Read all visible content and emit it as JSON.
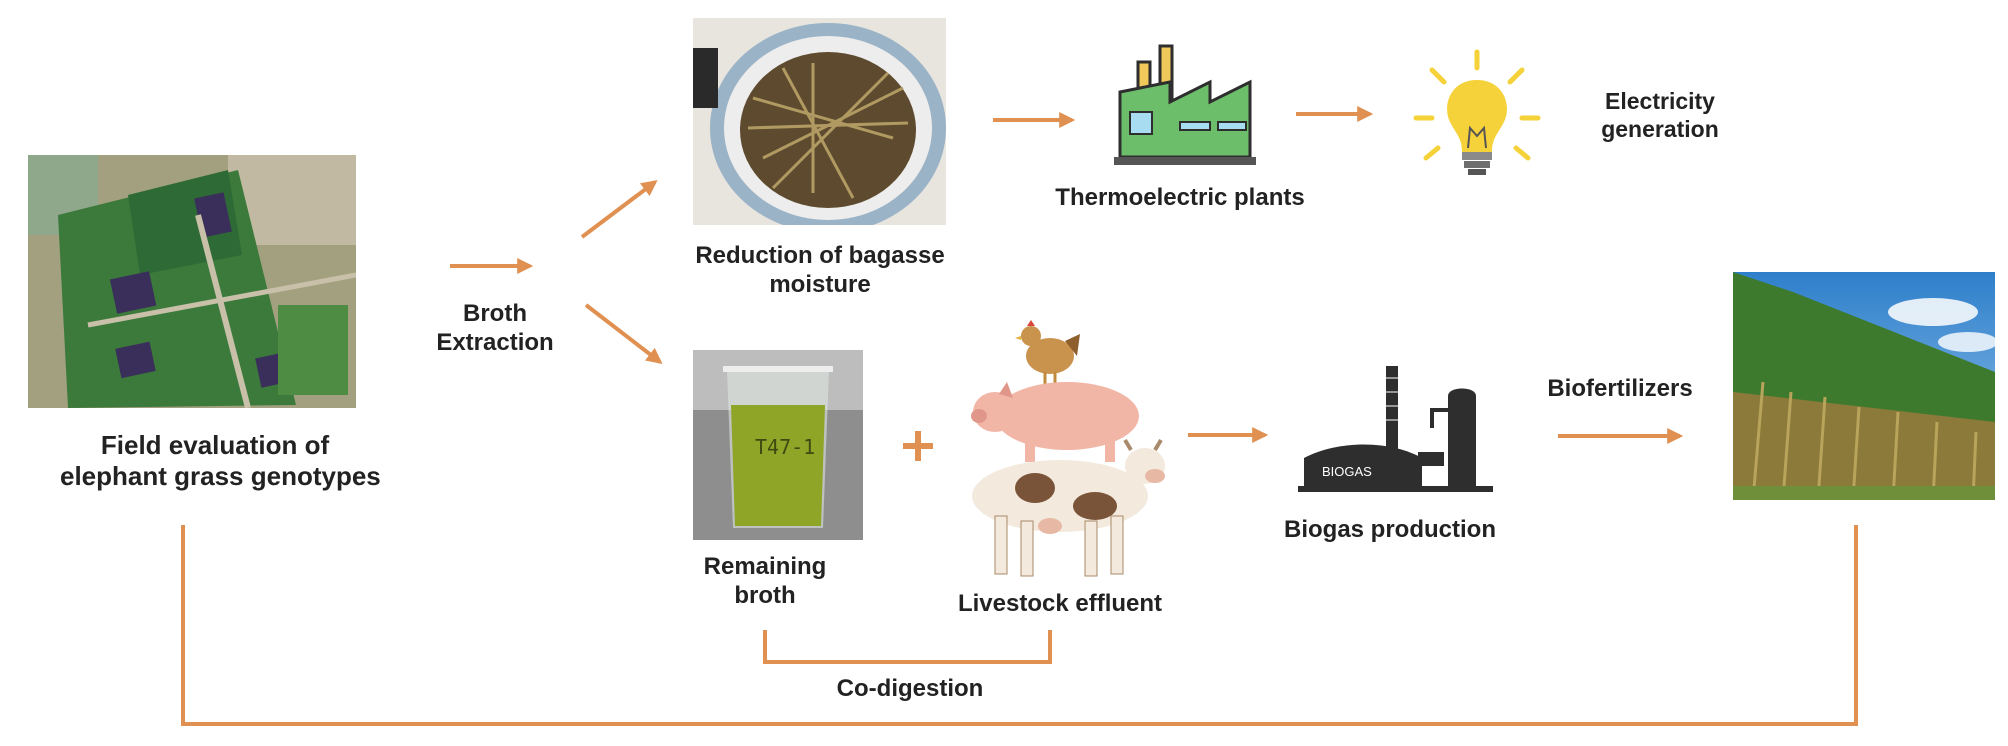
{
  "colors": {
    "arrow": "#E09050",
    "text": "#222222",
    "grass": "#3F7F3A",
    "juice": "#8FA528",
    "factory": "#6DBE6A",
    "bulb": "#F6D23A",
    "biogas_tank": "#2E2E2E"
  },
  "labels": {
    "field": [
      "Field evaluation of",
      "elephant grass genotypes"
    ],
    "broth_extraction": [
      "Broth",
      "Extraction"
    ],
    "bagasse": [
      "Reduction of bagasse",
      "moisture"
    ],
    "thermo": "Thermoelectric plants",
    "electricity": [
      "Electricity",
      "generation"
    ],
    "remaining": [
      "Remaining",
      "broth"
    ],
    "plus": "+",
    "livestock": "Livestock effluent",
    "biogas_production": "Biogas production",
    "biofertilizers": "Biofertilizers",
    "codigestion": "Co-digestion",
    "beaker_mark": "T47-1",
    "tank_text": "BIOGAS"
  },
  "icons": {
    "field_photo": "aerial-field-photo",
    "bagasse_photo": "bagasse-bucket-photo",
    "factory": "factory-icon",
    "bulb": "light-bulb-icon",
    "beaker": "broth-beaker-photo",
    "animals": "livestock-stack-icon",
    "biogas": "biogas-plant-icon",
    "grass_photo": "elephant-grass-photo"
  }
}
